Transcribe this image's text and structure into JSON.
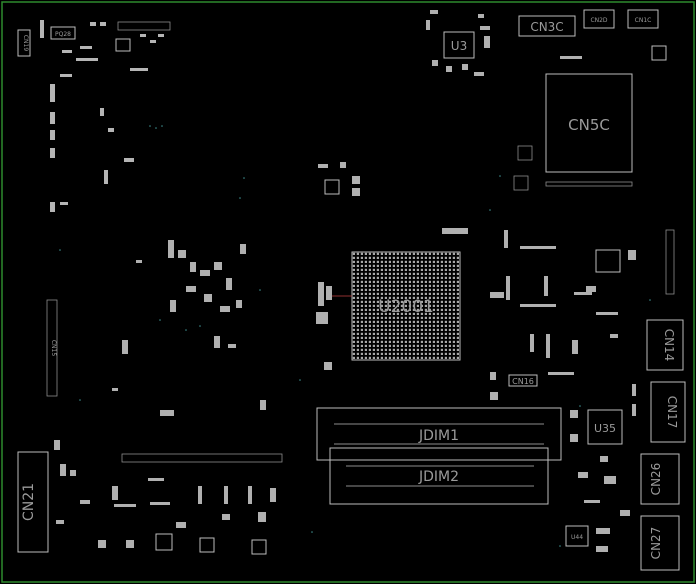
{
  "board": {
    "background": "#000000",
    "edge_color": "#2e8b2e",
    "outline_color": "#bdbdbd",
    "label_color": "#9a9a9a"
  },
  "labels": {
    "cpu": "U2001",
    "u3": "U3",
    "u35": "U35",
    "u44": "U44",
    "cn3c": "CN3C",
    "cn2d": "CN2D",
    "cn1c": "CN1C",
    "cn5c": "CN5C",
    "cn14": "CN14",
    "cn16": "CN16",
    "cn17": "CN17",
    "cn19": "CN19",
    "cn21": "CN21",
    "cn26": "CN26",
    "cn27": "CN27",
    "cn15": "CN15",
    "pq28": "PQ28",
    "jdim1": "JDIM1",
    "jdim2": "JDIM2"
  }
}
